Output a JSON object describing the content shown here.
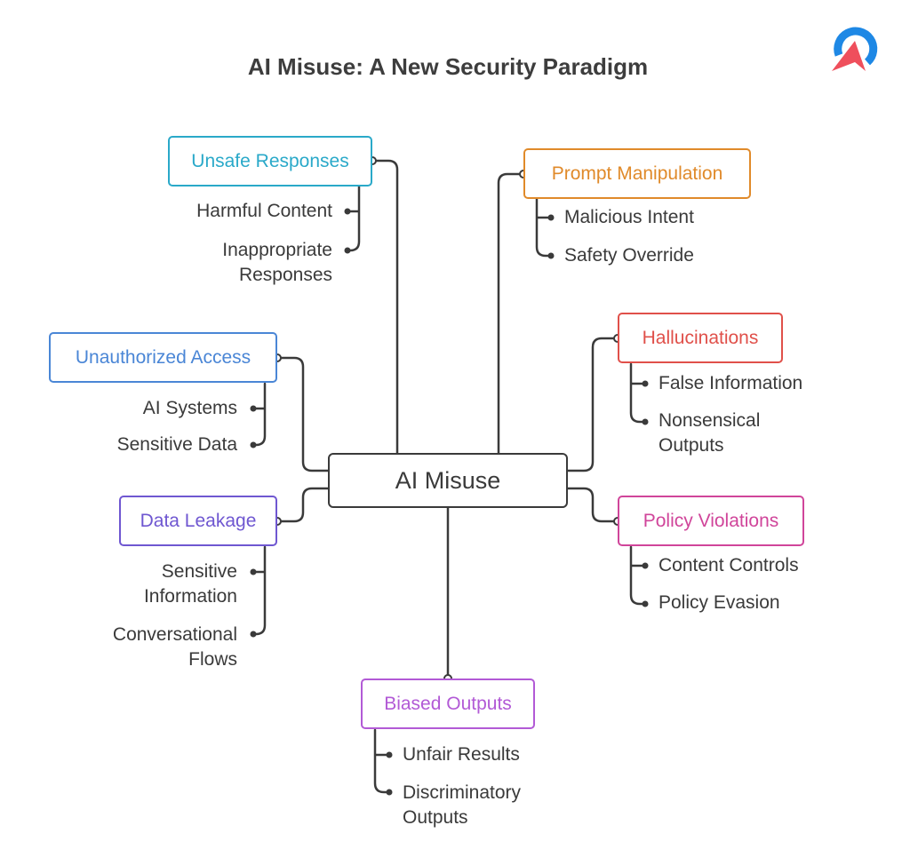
{
  "title": "AI Misuse: A New Security Paradigm",
  "logo_icon": "brand-arrow-logo-icon",
  "colors": {
    "line": "#3a3a3a",
    "unsafe": "#2aa9c9",
    "prompt": "#e08a2a",
    "unauthorized": "#4a86d6",
    "hallucinations": "#e0504a",
    "leakage": "#6f57d1",
    "policy": "#d0459a",
    "biased": "#b25ad6",
    "logo_blue": "#1e88e5",
    "logo_red": "#ef4f5c"
  },
  "center": "AI Misuse",
  "branches": {
    "unsafe": {
      "label": "Unsafe Responses",
      "items": [
        [
          "Harmful Content"
        ],
        [
          "Inappropriate",
          "Responses"
        ]
      ]
    },
    "prompt": {
      "label": "Prompt Manipulation",
      "items": [
        [
          "Malicious Intent"
        ],
        [
          "Safety Override"
        ]
      ]
    },
    "unauthorized": {
      "label": "Unauthorized Access",
      "items": [
        [
          "AI Systems"
        ],
        [
          "Sensitive Data"
        ]
      ]
    },
    "hallucinations": {
      "label": "Hallucinations",
      "items": [
        [
          "False Information"
        ],
        [
          "Nonsensical",
          "Outputs"
        ]
      ]
    },
    "leakage": {
      "label": "Data Leakage",
      "items": [
        [
          "Sensitive",
          "Information"
        ],
        [
          "Conversational",
          "Flows"
        ]
      ]
    },
    "policy": {
      "label": "Policy Violations",
      "items": [
        [
          "Content Controls"
        ],
        [
          "Policy Evasion"
        ]
      ]
    },
    "biased": {
      "label": "Biased Outputs",
      "items": [
        [
          "Unfair Results"
        ],
        [
          "Discriminatory",
          "Outputs"
        ]
      ]
    }
  }
}
